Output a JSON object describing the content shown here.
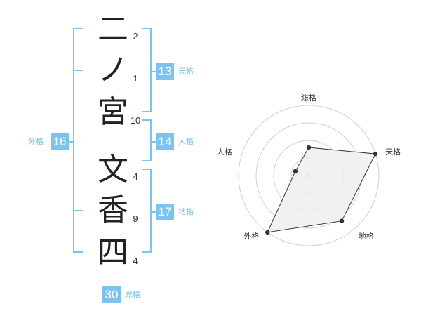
{
  "name": {
    "characters": [
      {
        "char": "二",
        "strokes": "2"
      },
      {
        "char": "ノ",
        "strokes": "1"
      },
      {
        "char": "宮",
        "strokes": "10"
      },
      {
        "char": "文",
        "strokes": "4"
      },
      {
        "char": "香",
        "strokes": "9"
      },
      {
        "char": "四",
        "strokes": "4"
      }
    ]
  },
  "fortunes": {
    "tenkaku": {
      "value": "13",
      "label": "天格"
    },
    "jinkaku": {
      "value": "14",
      "label": "人格"
    },
    "chikaku": {
      "value": "17",
      "label": "地格"
    },
    "gaikaku": {
      "value": "16",
      "label": "外格"
    },
    "soukaku": {
      "value": "30",
      "label": "総格"
    }
  },
  "colors": {
    "accent": "#7cc3ee",
    "text": "#333333",
    "radar_fill": "#eeeeee"
  },
  "chart_data": {
    "type": "radar",
    "axes": [
      "総格",
      "天格",
      "地格",
      "外格",
      "人格"
    ],
    "values": [
      2,
      5,
      4,
      5,
      1
    ],
    "max": 5,
    "rings": 4
  }
}
